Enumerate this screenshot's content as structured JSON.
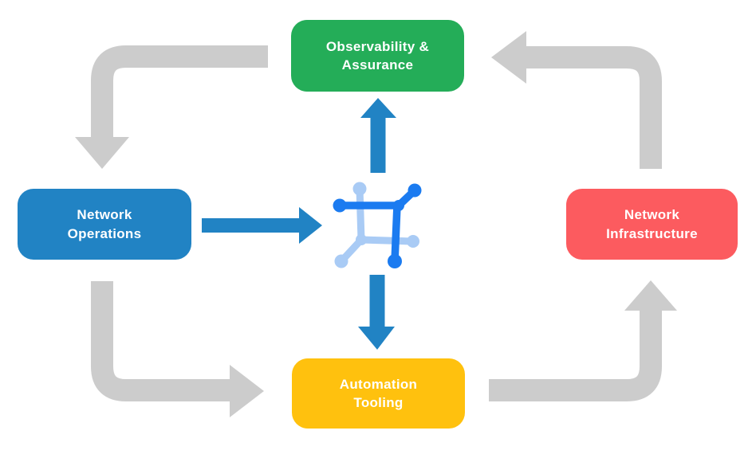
{
  "colors": {
    "green": "#24AD58",
    "blue": "#2183C4",
    "red": "#FC5B5F",
    "yellow": "#FFC10E",
    "arrow_gray": "#CCCCCC",
    "flow_blue": "#2183C4",
    "icon_dark": "#1B7BF0",
    "icon_light": "#A9CBF5",
    "label_text": "#FFFFFF"
  },
  "nodes": {
    "observability": {
      "line1": "Observability &",
      "line2": "Assurance"
    },
    "operations": {
      "line1": "Network",
      "line2": "Operations"
    },
    "infrastructure": {
      "line1": "Network",
      "line2": "Infrastructure"
    },
    "automation": {
      "line1": "Automation",
      "line2": "Tooling"
    }
  },
  "icon": {
    "name": "network-fabric-icon"
  },
  "flows": {
    "cycle": [
      "Observability & Assurance -> Network Operations",
      "Network Operations -> Automation Tooling",
      "Automation Tooling -> Network Infrastructure",
      "Network Infrastructure -> Observability & Assurance"
    ],
    "hub": [
      "Network Operations -> center",
      "center -> Observability & Assurance",
      "center -> Automation Tooling"
    ]
  }
}
